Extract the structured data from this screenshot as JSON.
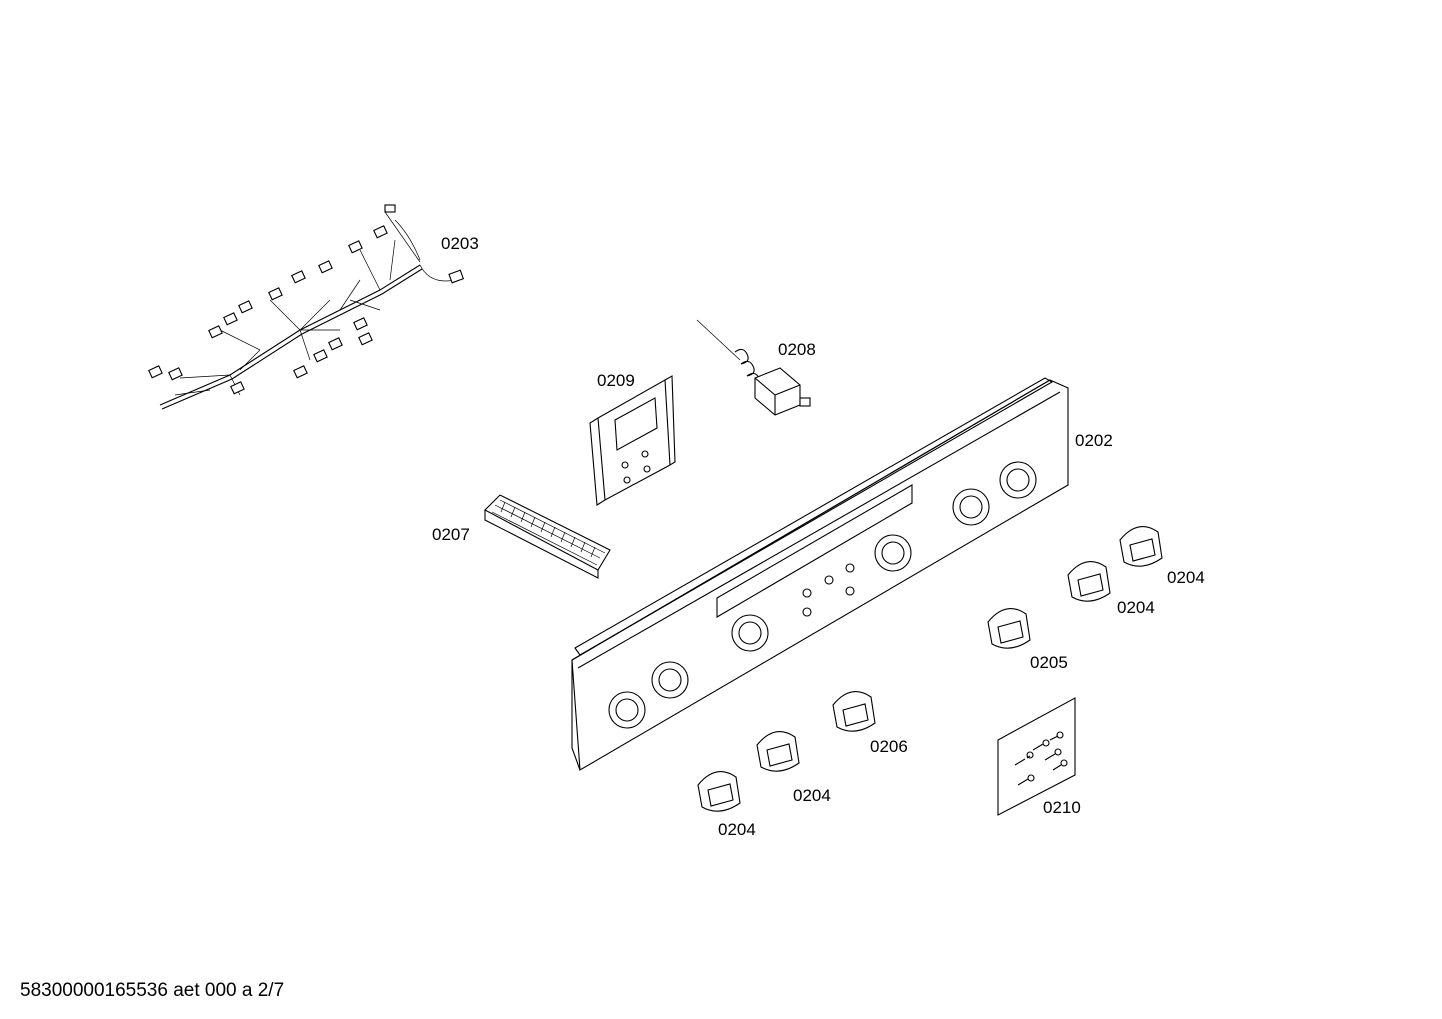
{
  "labels": {
    "p0202": "0202",
    "p0203": "0203",
    "p0204_a": "0204",
    "p0204_b": "0204",
    "p0204_c": "0204",
    "p0204_d": "0204",
    "p0205": "0205",
    "p0206": "0206",
    "p0207": "0207",
    "p0208": "0208",
    "p0209": "0209",
    "p0210": "0210"
  },
  "footer": "58300000165536 aet 000 a 2/7"
}
